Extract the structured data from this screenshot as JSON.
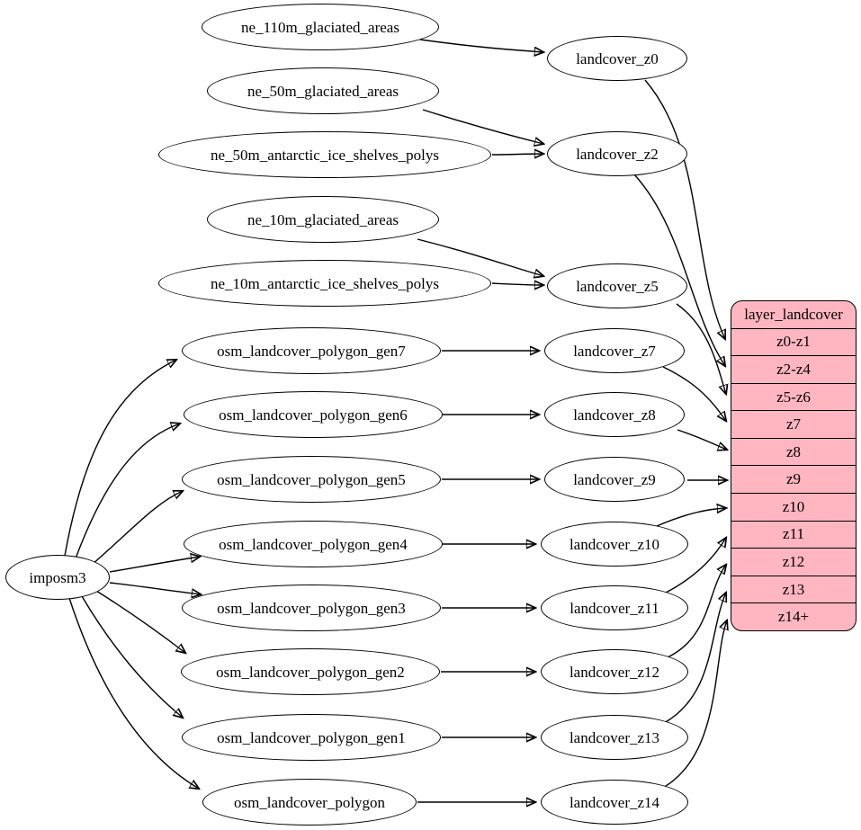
{
  "nodes": {
    "importer": {
      "label": "imposm3"
    },
    "sources": [
      {
        "label": "ne_110m_glaciated_areas"
      },
      {
        "label": "ne_50m_glaciated_areas"
      },
      {
        "label": "ne_50m_antarctic_ice_shelves_polys"
      },
      {
        "label": "ne_10m_glaciated_areas"
      },
      {
        "label": "ne_10m_antarctic_ice_shelves_polys"
      },
      {
        "label": "osm_landcover_polygon_gen7"
      },
      {
        "label": "osm_landcover_polygon_gen6"
      },
      {
        "label": "osm_landcover_polygon_gen5"
      },
      {
        "label": "osm_landcover_polygon_gen4"
      },
      {
        "label": "osm_landcover_polygon_gen3"
      },
      {
        "label": "osm_landcover_polygon_gen2"
      },
      {
        "label": "osm_landcover_polygon_gen1"
      },
      {
        "label": "osm_landcover_polygon"
      }
    ],
    "stages": [
      {
        "label": "landcover_z0"
      },
      {
        "label": "landcover_z2"
      },
      {
        "label": "landcover_z5"
      },
      {
        "label": "landcover_z7"
      },
      {
        "label": "landcover_z8"
      },
      {
        "label": "landcover_z9"
      },
      {
        "label": "landcover_z10"
      },
      {
        "label": "landcover_z11"
      },
      {
        "label": "landcover_z12"
      },
      {
        "label": "landcover_z13"
      },
      {
        "label": "landcover_z14"
      }
    ]
  },
  "layer_table": {
    "title": "layer_landcover",
    "fill_color": "#ffb6c1",
    "rows": [
      {
        "label": "z0-z1"
      },
      {
        "label": "z2-z4"
      },
      {
        "label": "z5-z6"
      },
      {
        "label": "z7"
      },
      {
        "label": "z8"
      },
      {
        "label": "z9"
      },
      {
        "label": "z10"
      },
      {
        "label": "z11"
      },
      {
        "label": "z12"
      },
      {
        "label": "z13"
      },
      {
        "label": "z14+"
      }
    ]
  },
  "edges": [
    [
      "imposm3",
      "osm_landcover_polygon_gen7"
    ],
    [
      "imposm3",
      "osm_landcover_polygon_gen6"
    ],
    [
      "imposm3",
      "osm_landcover_polygon_gen5"
    ],
    [
      "imposm3",
      "osm_landcover_polygon_gen4"
    ],
    [
      "imposm3",
      "osm_landcover_polygon_gen3"
    ],
    [
      "imposm3",
      "osm_landcover_polygon_gen2"
    ],
    [
      "imposm3",
      "osm_landcover_polygon_gen1"
    ],
    [
      "imposm3",
      "osm_landcover_polygon"
    ],
    [
      "ne_110m_glaciated_areas",
      "landcover_z0"
    ],
    [
      "ne_50m_glaciated_areas",
      "landcover_z2"
    ],
    [
      "ne_50m_antarctic_ice_shelves_polys",
      "landcover_z2"
    ],
    [
      "ne_10m_glaciated_areas",
      "landcover_z5"
    ],
    [
      "ne_10m_antarctic_ice_shelves_polys",
      "landcover_z5"
    ],
    [
      "osm_landcover_polygon_gen7",
      "landcover_z7"
    ],
    [
      "osm_landcover_polygon_gen6",
      "landcover_z8"
    ],
    [
      "osm_landcover_polygon_gen5",
      "landcover_z9"
    ],
    [
      "osm_landcover_polygon_gen4",
      "landcover_z10"
    ],
    [
      "osm_landcover_polygon_gen3",
      "landcover_z11"
    ],
    [
      "osm_landcover_polygon_gen2",
      "landcover_z12"
    ],
    [
      "osm_landcover_polygon_gen1",
      "landcover_z13"
    ],
    [
      "osm_landcover_polygon",
      "landcover_z14"
    ],
    [
      "landcover_z0",
      "layer_landcover:z0-z1"
    ],
    [
      "landcover_z2",
      "layer_landcover:z2-z4"
    ],
    [
      "landcover_z5",
      "layer_landcover:z5-z6"
    ],
    [
      "landcover_z7",
      "layer_landcover:z7"
    ],
    [
      "landcover_z8",
      "layer_landcover:z8"
    ],
    [
      "landcover_z9",
      "layer_landcover:z9"
    ],
    [
      "landcover_z10",
      "layer_landcover:z10"
    ],
    [
      "landcover_z11",
      "layer_landcover:z11"
    ],
    [
      "landcover_z12",
      "layer_landcover:z12"
    ],
    [
      "landcover_z13",
      "layer_landcover:z13"
    ],
    [
      "landcover_z14",
      "layer_landcover:z14+"
    ]
  ]
}
